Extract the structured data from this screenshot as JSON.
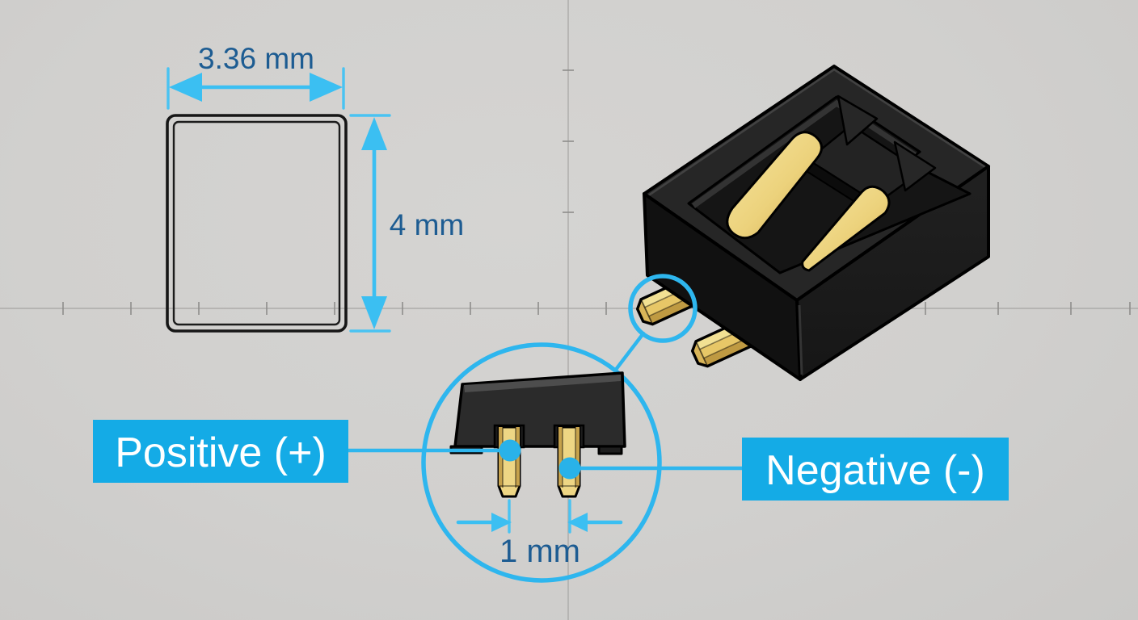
{
  "diagram_type": "connector-technical-illustration",
  "colors": {
    "background": "#d1d0ce",
    "accent_cyan": "#2eb6ee",
    "label_box_fill": "#14abe6",
    "dimension_text": "#1d5c92",
    "label_text": "#ffffff",
    "housing_black": "#1a1a1a",
    "pin_gold": "#eed684"
  },
  "front_view": {
    "width_label": "3.36 mm",
    "height_label": "4 mm"
  },
  "detail_view": {
    "pitch_label": "1 mm"
  },
  "labels": {
    "positive": "Positive (+)",
    "negative": "Negative (-)"
  }
}
